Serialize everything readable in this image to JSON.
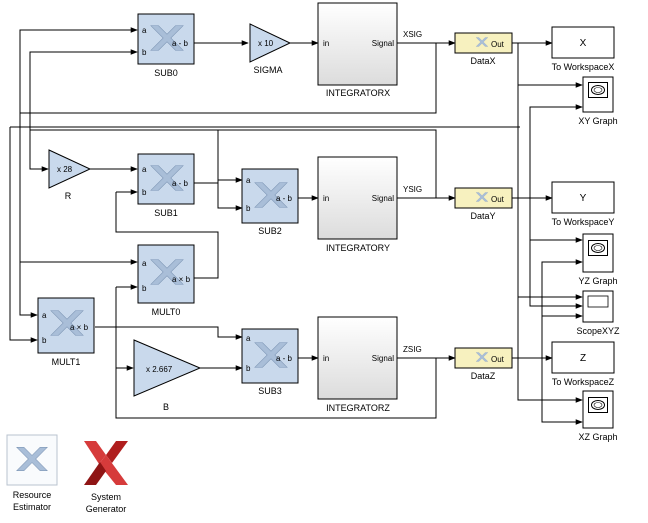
{
  "blocks": {
    "sub0": {
      "name": "SUB0",
      "in1": "a",
      "in2": "b",
      "op": "a - b"
    },
    "sub1": {
      "name": "SUB1",
      "in1": "a",
      "in2": "b",
      "op": "a - b"
    },
    "sub2": {
      "name": "SUB2",
      "in1": "a",
      "in2": "b",
      "op": "a - b"
    },
    "sub3": {
      "name": "SUB3",
      "in1": "a",
      "in2": "b",
      "op": "a - b"
    },
    "mult0": {
      "name": "MULT0",
      "in1": "a",
      "in2": "b",
      "op": "a × b"
    },
    "mult1": {
      "name": "MULT1",
      "in1": "a",
      "in2": "b",
      "op": "a × b"
    },
    "sigma": {
      "name": "SIGMA",
      "gain": "x 10"
    },
    "r": {
      "name": "R",
      "gain": "x 28"
    },
    "b": {
      "name": "B",
      "gain": "x 2.667"
    },
    "intx": {
      "name": "INTEGRATORX",
      "in": "in",
      "out": "Signal"
    },
    "inty": {
      "name": "INTEGRATORY",
      "in": "in",
      "out": "Signal"
    },
    "intz": {
      "name": "INTEGRATORZ",
      "in": "in",
      "out": "Signal"
    },
    "datax": {
      "name": "DataX",
      "port": "Out"
    },
    "datay": {
      "name": "DataY",
      "port": "Out"
    },
    "dataz": {
      "name": "DataZ",
      "port": "Out"
    },
    "wsx": {
      "name": "To WorkspaceX",
      "var": "X"
    },
    "wsy": {
      "name": "To WorkspaceY",
      "var": "Y"
    },
    "wsz": {
      "name": "To WorkspaceZ",
      "var": "Z"
    },
    "xy": {
      "name": "XY Graph"
    },
    "yz": {
      "name": "YZ Graph"
    },
    "xz": {
      "name": "XZ Graph"
    },
    "scope": {
      "name": "ScopeXYZ"
    },
    "resest": {
      "line1": "Resource",
      "line2": "Estimator"
    },
    "sysgen": {
      "line1": "System",
      "line2": "Generator"
    }
  },
  "signals": {
    "xsig": "XSIG",
    "ysig": "YSIG",
    "zsig": "ZSIG"
  }
}
